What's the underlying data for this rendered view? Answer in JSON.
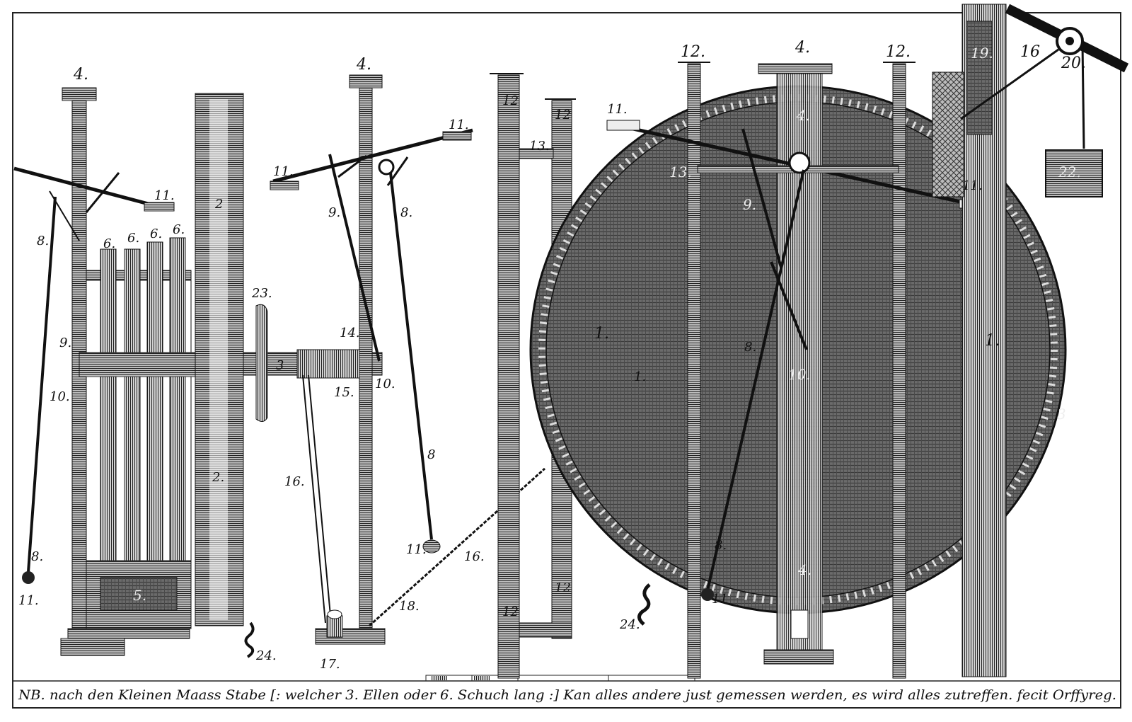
{
  "plate": {
    "caption": "NB. nach den Kleinen Maass Stabe [: welcher 3. Ellen oder 6. Schuch lang :] Kan alles andere just gemessen werden, es wird alles zutreffen. fecit Orffyreg.",
    "labels": {
      "post_left": "4.",
      "post_mid": "4.",
      "post_wheel_top": "4.",
      "post_wheel_center": "4.",
      "post_wheel_bottom": "4.",
      "arm_left": "11.",
      "arm_mid_left": "11.",
      "arm_mid_right": "11.",
      "arm_wheel_left": "11.",
      "arm_wheel_right": "11.",
      "weight_left": "11.",
      "weight_mid": "11.",
      "weight_wheel": "11",
      "pend_left_a": "8.",
      "pend_left_b": "8.",
      "pend_mid_a": "8.",
      "pend_mid_b": "8",
      "pend_wheel_a": "8.",
      "pend_wheel_b": "8.",
      "stamper_1": "6.",
      "stamper_2": "6.",
      "stamper_3": "6.",
      "stamper_4": "6.",
      "board_a": "2",
      "board_b": "2.",
      "crank": "23.",
      "axle": "3",
      "hook_left_9": "9.",
      "hook_left_10": "10.",
      "hook_mid_9": "9.",
      "hook_mid_10": "10.",
      "hook_wheel_9": "9.",
      "hook_wheel_10": "10.",
      "peg_14": "14.",
      "peg_15": "15.",
      "rope_a": "16.",
      "rope_b": "16.",
      "rope_c": "16",
      "pulley_base": "17.",
      "rope_18": "18.",
      "chain_a": "24.",
      "chain_b": "24.",
      "frame_12_top": "12",
      "frame_12_top2": "12",
      "frame_12_bot": "12",
      "frame_12_bot2": "12",
      "brace_13": "13.",
      "wheel_12_left": "12.",
      "wheel_12_right": "12.",
      "wheel_13": "13.",
      "wheel_1_left": "1.",
      "wheel_1_right": "1.",
      "wheel_1_small": "1.",
      "wheel_rim_3": "3",
      "tower_19": "19.",
      "tower_16": "16",
      "pulley_20": "20.",
      "box_22": "22.",
      "stamper_box": "5."
    }
  }
}
